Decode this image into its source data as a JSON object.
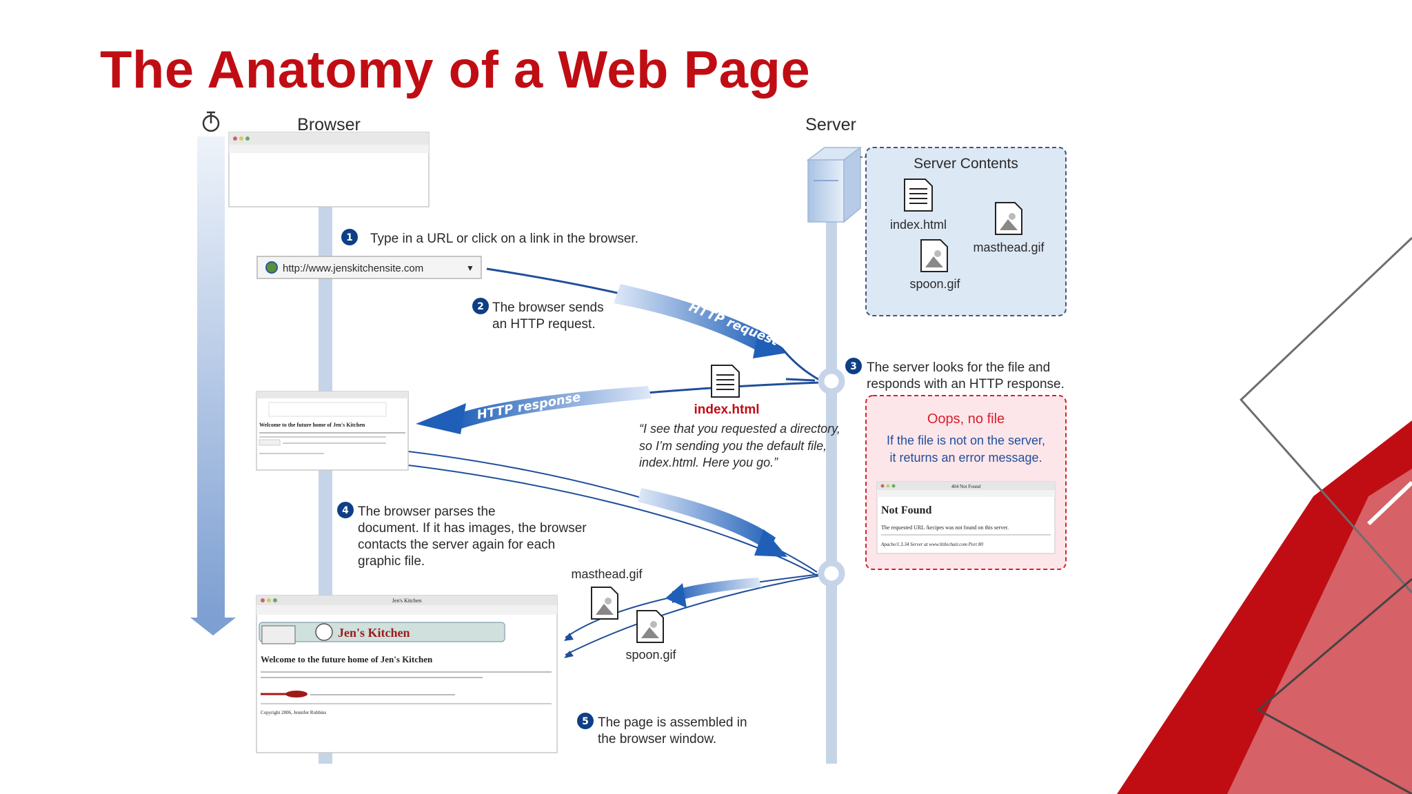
{
  "title": "The Anatomy of a Web Page",
  "columns": {
    "browser": "Browser",
    "server": "Server"
  },
  "url_bar": {
    "url": "http://www.jenskitchensite.com"
  },
  "steps": [
    {
      "num": "1",
      "lines": [
        "Type in a URL or click on a link in the browser."
      ]
    },
    {
      "num": "2",
      "lines": [
        "The browser sends",
        "an HTTP request."
      ]
    },
    {
      "num": "3",
      "lines": [
        "The server looks for the file and",
        "responds with an HTTP response."
      ]
    },
    {
      "num": "4",
      "lines": [
        "The browser parses the",
        "document. If it has images, the browser",
        "contacts the server again for each",
        "graphic file."
      ]
    },
    {
      "num": "5",
      "lines": [
        "The page is assembled in",
        "the browser window."
      ]
    }
  ],
  "arrows": {
    "request": "HTTP request",
    "response": "HTTP response"
  },
  "server_contents": {
    "heading": "Server Contents",
    "files": [
      "index.html",
      "masthead.gif",
      "spoon.gif"
    ]
  },
  "response_file": {
    "name": "index.html",
    "quote_lines": [
      "“I see that you requested a directory,",
      "so I’m sending you the default file,",
      "index.html. Here you go.”"
    ]
  },
  "error_box": {
    "heading": "Oops, no file",
    "lines": [
      "If the file is not on the server,",
      "it returns an error message."
    ],
    "window_title": "404 Not Found",
    "page_heading": "Not Found",
    "page_text": "The requested URL /kecipes was not found on this server.",
    "page_footer": "Apache/1.3.34 Server at www.littlechair.com Port 80"
  },
  "image_files": [
    "masthead.gif",
    "spoon.gif"
  ],
  "mini_page": {
    "heading": "Welcome to the future home of Jen's Kitchen",
    "logo": "Jen's Kitchen",
    "window_title": "Jen's Kitchen",
    "copyright": "Copyright 2006, Jennifer Robbins"
  },
  "colors": {
    "title": "#c00d14",
    "badge": "#0e3f86",
    "arrow": "#1f5fb8",
    "error": "#d6202a"
  }
}
